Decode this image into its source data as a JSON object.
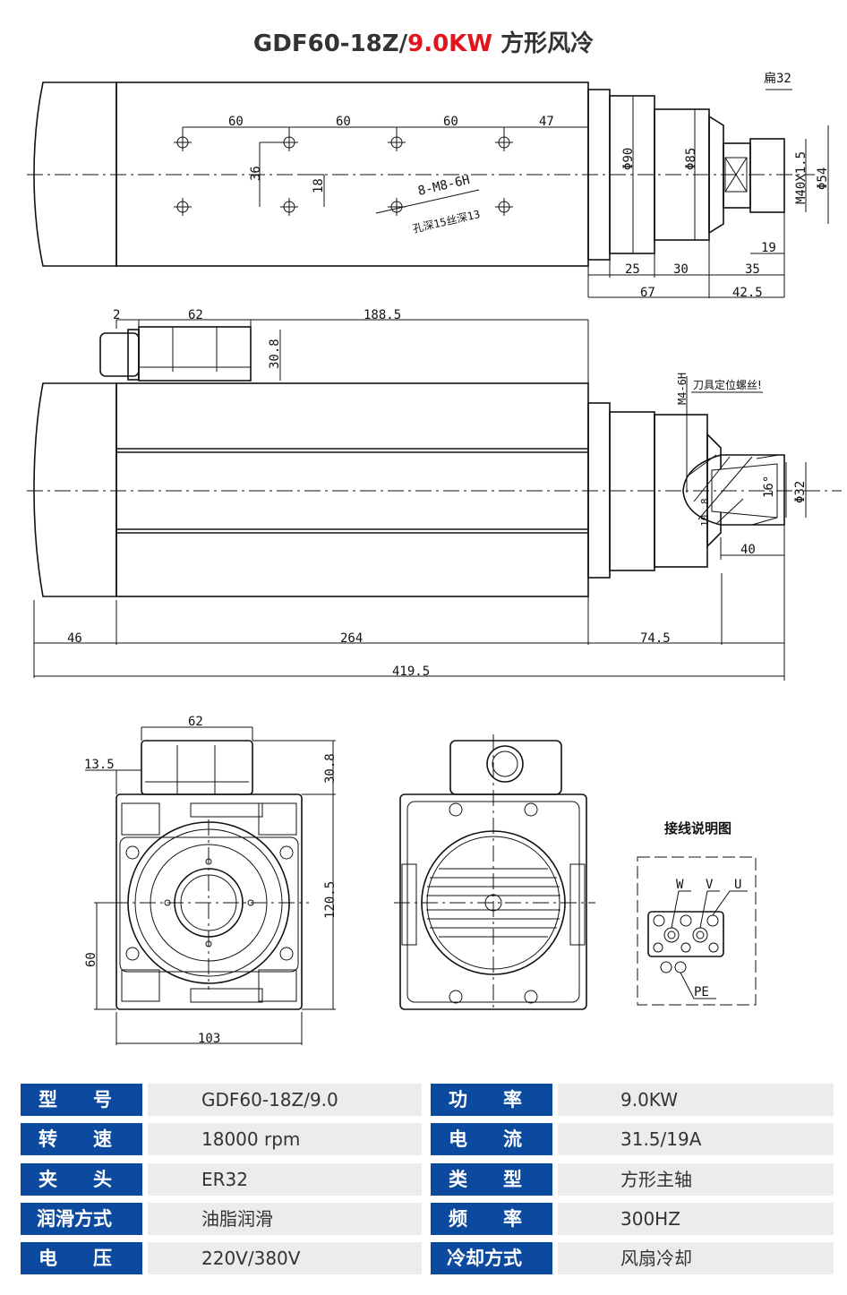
{
  "title": {
    "model": "GDF60-18Z/",
    "power": "9.0KW",
    "type": "方形风冷"
  },
  "colors": {
    "accent_red": "#e0161c",
    "table_label_bg": "#0b4a9f",
    "table_value_bg": "#ececec"
  },
  "top_view_dims": [
    "60",
    "60",
    "60",
    "47",
    "36",
    "18",
    "8-M8-6H",
    "孔深15丝深13",
    "Φ90",
    "Φ85",
    "扁32",
    "M40X1.5",
    "Φ54",
    "19",
    "25",
    "30",
    "35",
    "67",
    "42.5"
  ],
  "side_view_dims": [
    "2",
    "62",
    "188.5",
    "30.8",
    "M4-6H",
    "刀具定位螺丝!",
    "16°",
    "Φ32",
    "8",
    "10",
    "40",
    "46",
    "264",
    "74.5",
    "419.5"
  ],
  "front_view_dims": [
    "62",
    "13.5",
    "30.8",
    "120.5",
    "60",
    "103"
  ],
  "wiring": {
    "title": "接线说明图",
    "labels": [
      "W",
      "V",
      "U",
      "PE"
    ]
  },
  "specs": [
    {
      "label": "型号",
      "value": "GDF60-18Z/9.0",
      "label2": "功率",
      "value2": "9.0KW"
    },
    {
      "label": "转速",
      "value": "18000 rpm",
      "label2": "电流",
      "value2": "31.5/19A"
    },
    {
      "label": "夹头",
      "value": "ER32",
      "label2": "类型",
      "value2": "方形主轴"
    },
    {
      "label": "润滑方式",
      "value": "油脂润滑",
      "label2": "频率",
      "value2": "300HZ"
    },
    {
      "label": "电压",
      "value": "220V/380V",
      "label2": "冷却方式",
      "value2": "风扇冷却"
    }
  ]
}
